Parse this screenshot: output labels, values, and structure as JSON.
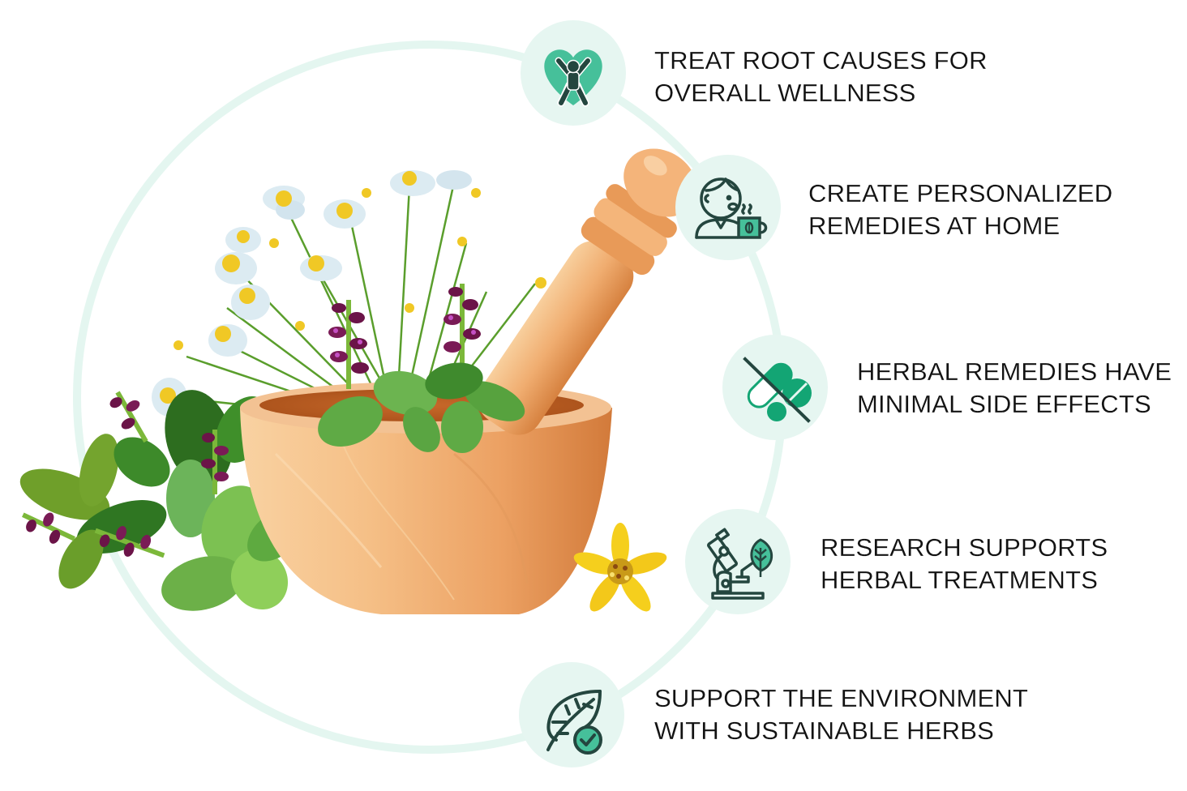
{
  "colors": {
    "ring": "#e4f6f0",
    "bubble": "#e6f6f1",
    "icon_dark": "#24463f",
    "icon_green": "#46c09a",
    "icon_green_deep": "#13a574",
    "text": "#121212",
    "wood_light": "#f6c48e",
    "wood_mid": "#eea86c",
    "wood_dark": "#cf7a3c",
    "wood_inner": "#b95a1c",
    "leaf_light": "#7cc152",
    "leaf_mid": "#4a9a34",
    "leaf_dark": "#2c6d1f",
    "sage_flower": "#6b1448",
    "sage_highlight": "#c450c4",
    "chamomile_petal": "#dcebf2",
    "chamomile_center": "#f0c825",
    "yellow_flower": "#f5cf1d"
  },
  "illustration": {
    "subject": "mortar-and-pestle-with-herbs",
    "elements": [
      "wooden-mortar",
      "wooden-pestle",
      "chamomile-flowers",
      "sage-flowers",
      "basil-leaves",
      "yellow-star-flower"
    ]
  },
  "benefits": [
    {
      "icon": "heart-person-icon",
      "lines": [
        "TREAT ROOT CAUSES FOR",
        "OVERALL WELLNESS"
      ]
    },
    {
      "icon": "person-with-tea-icon",
      "lines": [
        "CREATE PERSONALIZED",
        "REMEDIES AT HOME"
      ]
    },
    {
      "icon": "no-pills-icon",
      "lines": [
        "HERBAL REMEDIES HAVE",
        "MINIMAL SIDE EFFECTS"
      ]
    },
    {
      "icon": "microscope-leaf-icon",
      "lines": [
        "RESEARCH SUPPORTS",
        "HERBAL TREATMENTS"
      ]
    },
    {
      "icon": "leaf-check-icon",
      "lines": [
        "SUPPORT THE ENVIRONMENT",
        "WITH SUSTAINABLE HERBS"
      ]
    }
  ]
}
